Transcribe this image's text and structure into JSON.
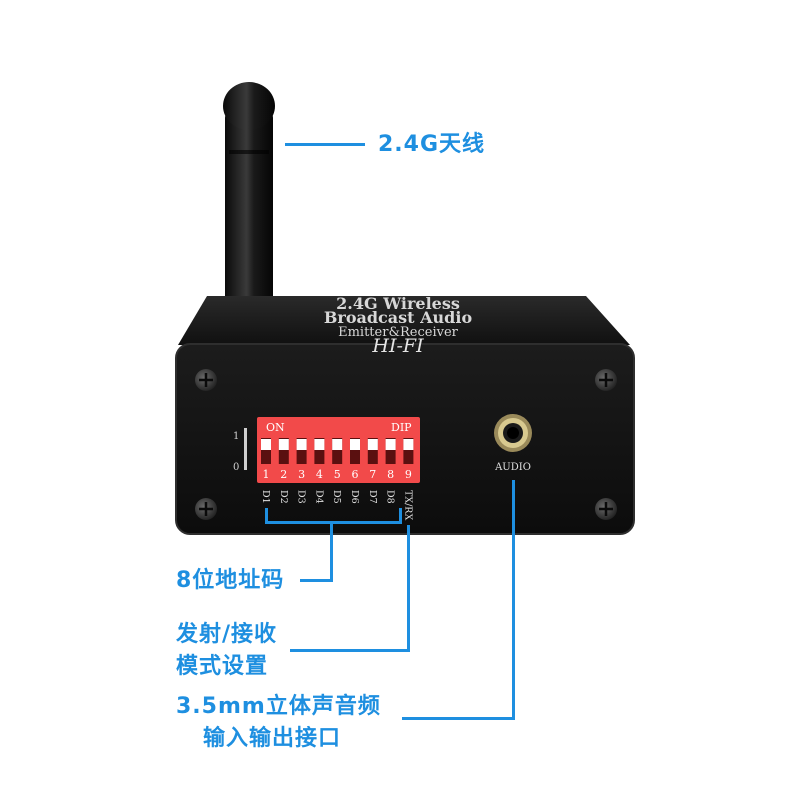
{
  "callouts": {
    "antenna": "2.4G天线",
    "address": "8位地址码",
    "mode_line1": "发射/接收",
    "mode_line2": "模式设置",
    "audio_line1": "3.5mm立体声音频",
    "audio_line2": "输入输出接口"
  },
  "device": {
    "title_line1": "2.4G Wireless",
    "title_line2": "Broadcast Audio",
    "title_line3": "Emitter&Receiver",
    "title_line4": "HI-FI",
    "dip_on": "ON",
    "dip_label": "DIP",
    "scale_one": "1",
    "scale_zero": "0",
    "switch_numbers": [
      "1",
      "2",
      "3",
      "4",
      "5",
      "6",
      "7",
      "8",
      "9"
    ],
    "switch_labels": [
      "D1",
      "D2",
      "D3",
      "D4",
      "D5",
      "D6",
      "D7",
      "D8",
      "TX/RX"
    ],
    "audio_label": "AUDIO"
  },
  "colors": {
    "callout": "#1e8fe0",
    "dip_switch": "#f24a4a",
    "device_body": "#141414"
  }
}
